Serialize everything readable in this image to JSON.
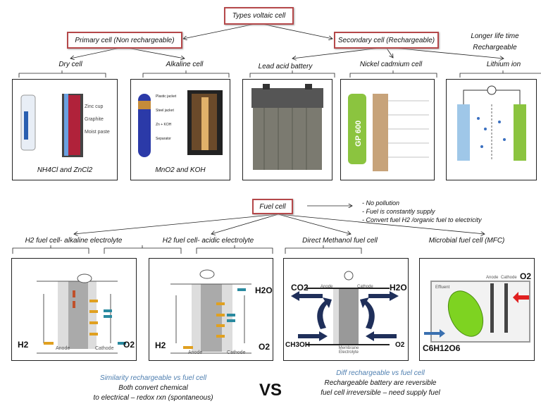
{
  "root": {
    "label": "Types voltaic cell"
  },
  "primary": {
    "label": "Primary cell (Non rechargeable)"
  },
  "secondary": {
    "label": "Secondary  cell (Rechargeable)",
    "note_line1": "Longer life time",
    "note_line2": "Rechargeable"
  },
  "cells": [
    {
      "label": "Dry cell",
      "caption": "NH4Cl and ZnCl2"
    },
    {
      "label": "Alkaline cell",
      "caption": "MnO2 and KOH"
    },
    {
      "label": "Lead acid battery"
    },
    {
      "label": "Nickel cadmium cell"
    },
    {
      "label": "Lithium  ion"
    }
  ],
  "fuel": {
    "label": "Fuel cell",
    "notes": [
      "- No pollution",
      "- Fuel is constantly supply",
      "- Convert fuel H2 /organic fuel to electricity"
    ]
  },
  "fuel_cells": [
    {
      "label": "H2 fuel cell- alkaline electrolyte",
      "left": "H2",
      "right": "O2",
      "anode": "Anode",
      "cathode": "Cathode"
    },
    {
      "label": "H2 fuel cell- acidic electrolyte",
      "left": "H2",
      "right": "O2",
      "top_right": "H2O",
      "anode": "Anode",
      "cathode": "Cathode"
    },
    {
      "label": "Direct Methanol fuel cell",
      "top_left": "CO2",
      "top_right": "H2O",
      "bottom_left": "CH3OH",
      "bottom_right": "O2",
      "anode": "Anode",
      "cathode": "Cathode",
      "membrane": "Membrane Electrolyte"
    },
    {
      "label": "Microbial fuel cell (MFC)",
      "top_right": "O2",
      "bottom_left": "C6H12O6",
      "anode": "Anode",
      "cathode": "Cathode",
      "effluent": "Effluent"
    }
  ],
  "bottom": {
    "similarity_title": "Similarity rechargeable vs fuel cell",
    "similarity_line1": "Both convert chemical",
    "similarity_line2": "to electrical – redox rxn (spontaneous)",
    "vs": "VS",
    "diff_title": "Diff rechargeable vs fuel cell",
    "diff_line1": "Rechargeable battery are reversible",
    "diff_line2": "fuel cell irreversible – need supply fuel"
  },
  "colors": {
    "box_border": "#b5484a",
    "accent_blue": "#4f7fb0",
    "arrow_navy": "#1f2f5a"
  }
}
